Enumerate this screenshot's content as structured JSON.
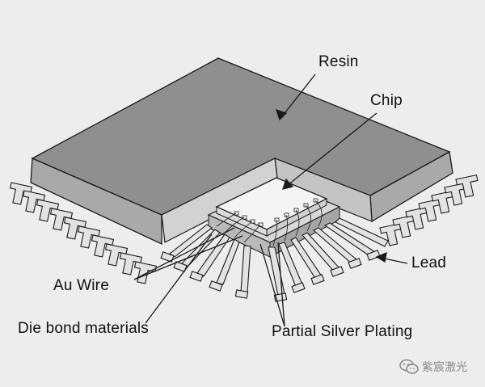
{
  "labels": {
    "resin": "Resin",
    "chip": "Chip",
    "lead": "Lead",
    "au_wire": "Au Wire",
    "die_bond": "Die bond materials",
    "partial_silver_plating": "Partial Silver Plating"
  },
  "watermark": {
    "text": "紫宸激光",
    "icon": "wechat-icon"
  },
  "colors": {
    "background": "#ededed",
    "resin_top": "#8f8f8f",
    "resin_side": "#a9a9a9",
    "chip": "#f4f4f4",
    "leads": "#e2e2e2",
    "outline": "#1a1a1a"
  }
}
